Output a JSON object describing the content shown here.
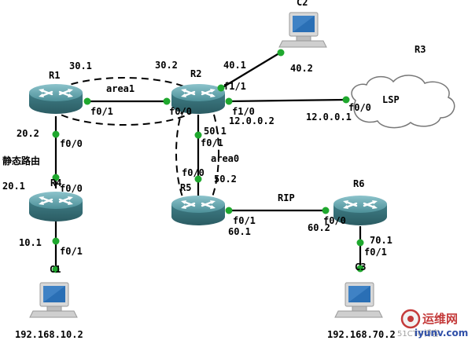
{
  "routers": {
    "r1": {
      "name": "R1"
    },
    "r2": {
      "name": "R2"
    },
    "r3": {
      "name": "R3"
    },
    "r4": {
      "name": "R4"
    },
    "r5": {
      "name": "R5"
    },
    "r6": {
      "name": "R6"
    }
  },
  "hosts": {
    "c1": {
      "name": "C1",
      "ip": "192.168.10.2"
    },
    "c2": {
      "name": "C2",
      "ip": "40.2"
    },
    "c3": {
      "name": "C3",
      "ip": "192.168.70.2"
    }
  },
  "cloud": {
    "name": "LSP"
  },
  "areas": {
    "area1": "area1",
    "area0": "area0"
  },
  "protocols": {
    "rip": "RIP",
    "static": "静态路由"
  },
  "links": {
    "r1_r2": {
      "r1_ip": "30.1",
      "r1_if": "f0/1",
      "r2_ip": "30.2",
      "r2_if": "f0/0"
    },
    "r2_c2": {
      "r2_ip": "40.1",
      "r2_if": "f1/1"
    },
    "r2_r3": {
      "r2_if": "f1/0",
      "r2_ip": "12.0.0.2",
      "r3_if": "f0/0",
      "r3_ip": "12.0.0.1"
    },
    "r2_r5": {
      "r2_ip": "50.1",
      "r2_if": "f0/1",
      "r5_if": "f0/0",
      "r5_ip": "50.2"
    },
    "r1_r4": {
      "r1_ip": "20.2",
      "r1_if": "f0/0",
      "r4_ip": "20.1",
      "r4_if": "f0/0"
    },
    "r4_c1": {
      "r4_ip": "10.1",
      "r4_if": "f0/1"
    },
    "r5_r6": {
      "r5_if": "f0/1",
      "r5_ip": "60.1",
      "r6_if": "f0/0",
      "r6_ip": "60.2"
    },
    "r6_c3": {
      "r6_ip": "70.1",
      "r6_if": "f0/1"
    }
  },
  "watermark": {
    "brand": "运维网",
    "site": "iyunv.com",
    "mark": "51CTO博客"
  },
  "colors": {
    "router_top": "#5fa3ad",
    "router_side": "#3e7780",
    "link": "#000000",
    "endpoint": "#1fa82e",
    "monitor_screen": "#2a6fb5"
  }
}
